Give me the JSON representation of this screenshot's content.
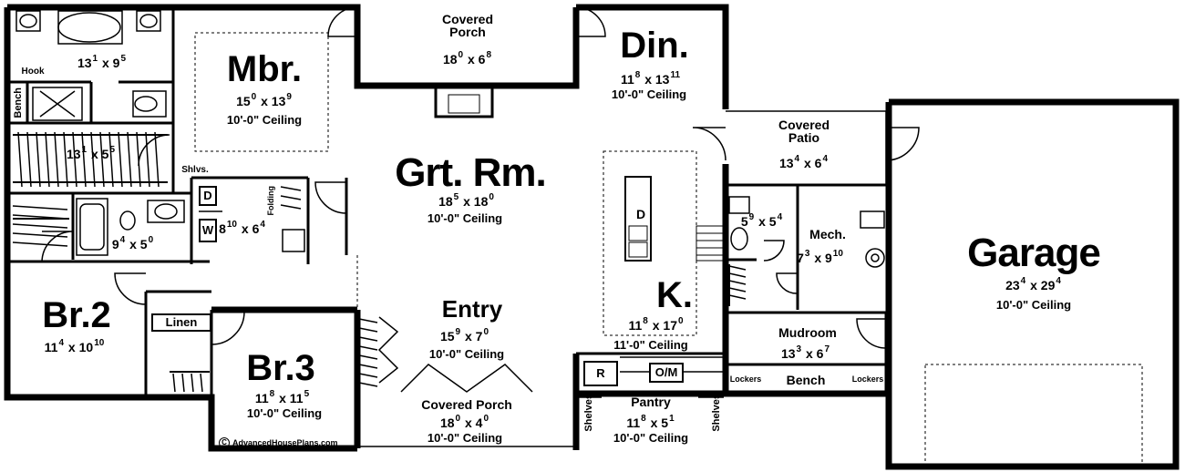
{
  "rooms": {
    "mbr": {
      "name": "Mbr.",
      "w": "15",
      "wi": "0",
      "h": "13",
      "hi": "9",
      "ceiling": "10'-0\" Ceiling"
    },
    "din": {
      "name": "Din.",
      "w": "11",
      "wi": "8",
      "h": "13",
      "hi": "11",
      "ceiling": "10'-0\" Ceiling"
    },
    "great": {
      "name": "Grt. Rm.",
      "w": "18",
      "wi": "5",
      "h": "18",
      "hi": "0",
      "ceiling": "10'-0\" Ceiling"
    },
    "covered_porch_top": {
      "name": "Covered Porch",
      "w": "18",
      "wi": "0",
      "h": "6",
      "hi": "8"
    },
    "covered_patio": {
      "name": "Covered Patio",
      "w": "13",
      "wi": "4",
      "h": "6",
      "hi": "4"
    },
    "garage": {
      "name": "Garage",
      "w": "23",
      "wi": "4",
      "h": "29",
      "hi": "4",
      "ceiling": "10'-0\" Ceiling"
    },
    "bath_master": {
      "w": "13",
      "wi": "1",
      "h": "9",
      "hi": "5"
    },
    "closet_master": {
      "w": "13",
      "wi": "1",
      "h": "5",
      "hi": "5"
    },
    "bath2": {
      "w": "9",
      "wi": "4",
      "h": "5",
      "hi": "0"
    },
    "laundry": {
      "w": "8",
      "wi": "10",
      "h": "6",
      "hi": "4"
    },
    "br2": {
      "name": "Br.2",
      "w": "11",
      "wi": "4",
      "h": "10",
      "hi": "10"
    },
    "br3": {
      "name": "Br.3",
      "w": "11",
      "wi": "8",
      "h": "11",
      "hi": "5",
      "ceiling": "10'-0\" Ceiling"
    },
    "entry": {
      "name": "Entry",
      "w": "15",
      "wi": "9",
      "h": "7",
      "hi": "0",
      "ceiling": "10'-0\" Ceiling"
    },
    "covered_porch_front": {
      "name": "Covered Porch",
      "w": "18",
      "wi": "0",
      "h": "4",
      "hi": "0",
      "ceiling": "10'-0\" Ceiling"
    },
    "kitchen": {
      "name": "K.",
      "w": "11",
      "wi": "8",
      "h": "17",
      "hi": "0",
      "ceiling": "11'-0\" Ceiling"
    },
    "pantry": {
      "name": "Pantry",
      "w": "11",
      "wi": "8",
      "h": "5",
      "hi": "1",
      "ceiling": "10'-0\" Ceiling"
    },
    "half_bath": {
      "w": "5",
      "wi": "9",
      "h": "5",
      "hi": "4"
    },
    "mech": {
      "name": "Mech.",
      "w": "7",
      "wi": "3",
      "h": "9",
      "hi": "10"
    },
    "mudroom": {
      "name": "Mudroom",
      "w": "13",
      "wi": "3",
      "h": "6",
      "hi": "7"
    }
  },
  "labels": {
    "hook": "Hook",
    "bench_small": "Bench",
    "shlvs": "Shlvs.",
    "folding": "Folding",
    "linen": "Linen",
    "dryer": "D",
    "washer": "W",
    "dishwasher": "D",
    "fridge": "R",
    "oven": "O/M",
    "shelves": "Shelves",
    "lockers": "Lockers",
    "bench": "Bench",
    "copyright": "AdvancedHousePlans.com",
    "copy_symbol": "C"
  }
}
